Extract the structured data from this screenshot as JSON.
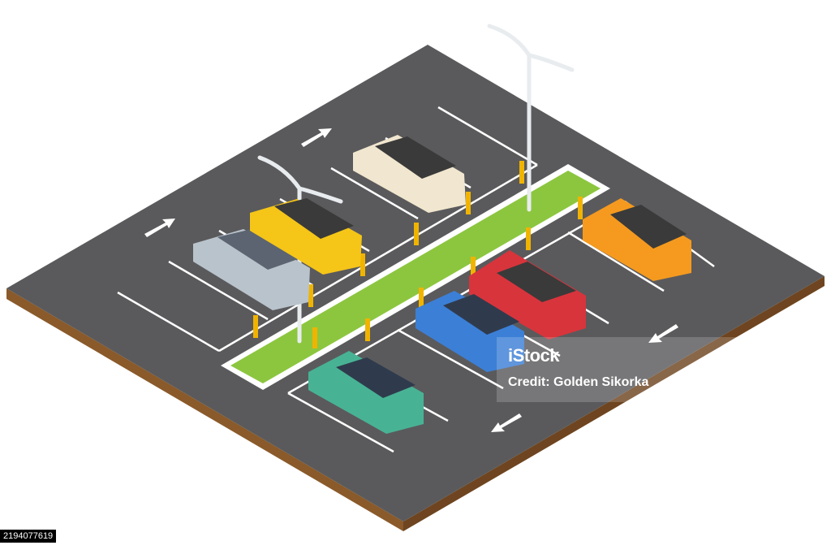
{
  "watermark": {
    "logo": "iStock",
    "credit": "Credit: Golden Sikorka"
  },
  "image_id": "2194077619",
  "colors": {
    "asphalt": "#5a5a5c",
    "soil": "#8a5a2a",
    "median": "#8cc63f",
    "car_yellow": "#f5c518",
    "car_silver": "#b9c3cc",
    "car_cream": "#f1e6cf",
    "car_orange": "#f59a1f",
    "car_red": "#d8343c",
    "car_blue": "#3c7fd6",
    "car_teal": "#48b394"
  }
}
